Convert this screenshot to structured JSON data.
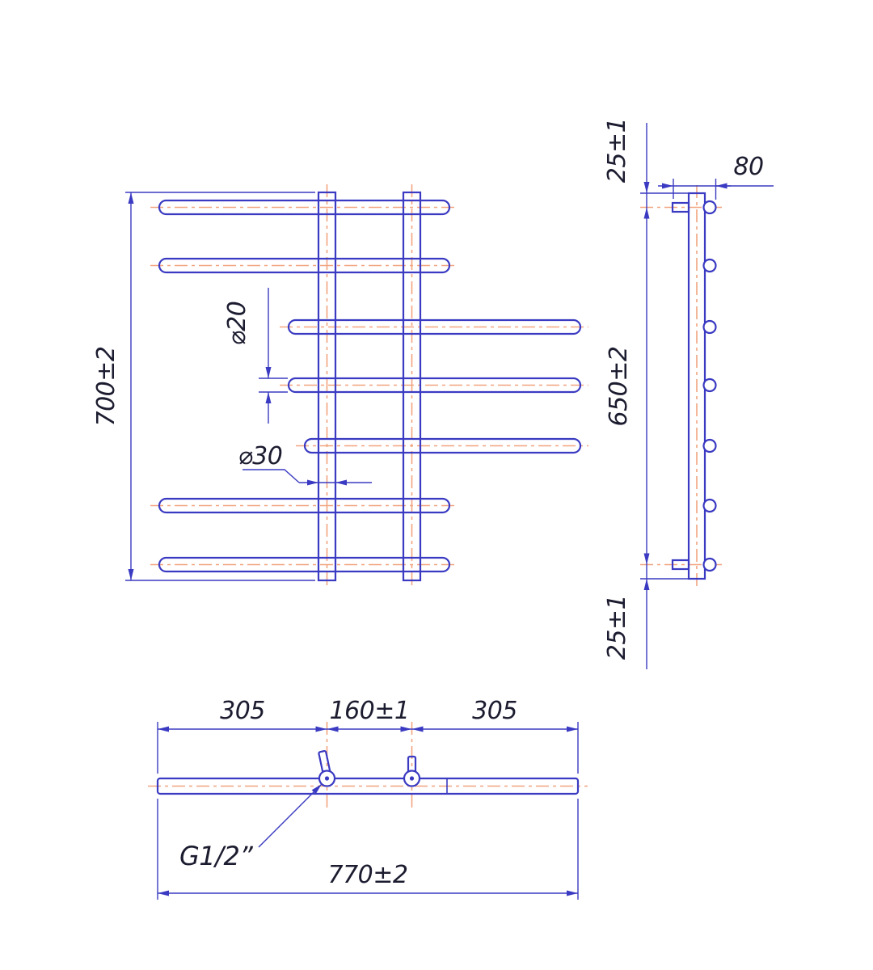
{
  "drawing": {
    "kind": "technical-drawing",
    "subject": "Heated towel rail — three-view dimensioned drawing",
    "colors": {
      "outline": "#3a3ac2",
      "centerline": "#f2a480",
      "dimension": "#3a3ac2",
      "text": "#1c1c30"
    },
    "front_view": {
      "overall_height": "700±2",
      "bar_diameter": "⌀20",
      "post_diameter": "⌀30"
    },
    "side_view": {
      "top_offset": "25±1",
      "depth": "80",
      "bar_span": "650±2",
      "bottom_offset": "25±1"
    },
    "bottom_view": {
      "left_segment": "305",
      "center_segment": "160±1",
      "right_segment": "305",
      "overall_width": "770±2",
      "thread_size": "G1/2”"
    }
  }
}
